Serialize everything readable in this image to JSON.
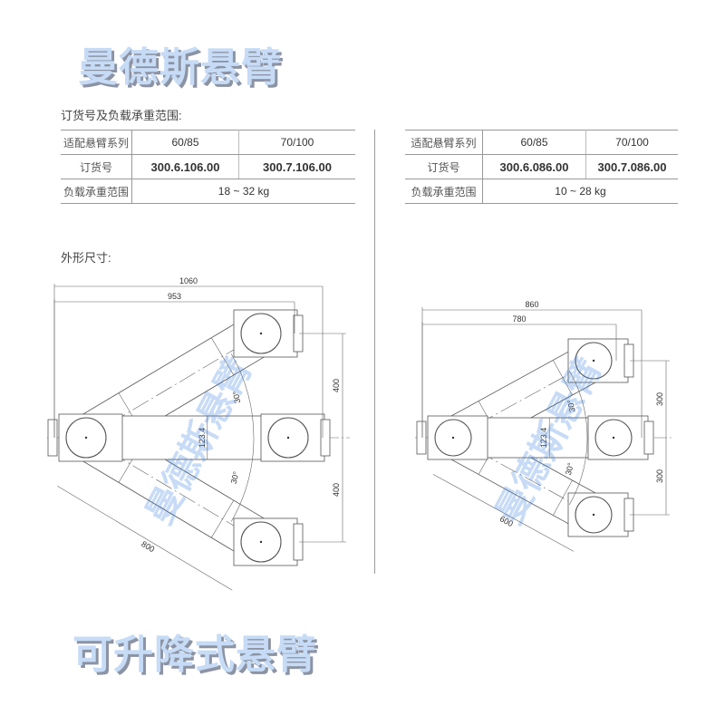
{
  "titles": {
    "top": "曼德斯悬臂",
    "bottom": "可升降式悬臂"
  },
  "section_order": "订货号及负载承重范围:",
  "section_dims": "外形尺寸:",
  "watermark": "曼德斯悬臂",
  "tables": [
    {
      "row_labels": [
        "适配悬臂系列",
        "订货号",
        "负载承重范围"
      ],
      "series": [
        "60/85",
        "70/100"
      ],
      "order_numbers": [
        "300.6.106.00",
        "300.7.106.00"
      ],
      "load_range": "18 ~ 32 kg"
    },
    {
      "row_labels": [
        "适配悬臂系列",
        "订货号",
        "负载承重范围"
      ],
      "series": [
        "60/85",
        "70/100"
      ],
      "order_numbers": [
        "300.6.086.00",
        "300.7.086.00"
      ],
      "load_range": "10 ~ 28 kg"
    }
  ],
  "drawings": [
    {
      "overall": "1060",
      "reach": "953",
      "arm_length": "800",
      "width": "123.4",
      "upper_offset": "400",
      "lower_offset": "400",
      "angle_upper": "30°",
      "angle_lower": "30°"
    },
    {
      "overall": "860",
      "reach": "780",
      "arm_length": "600",
      "width": "123.4",
      "upper_offset": "300",
      "lower_offset": "300",
      "angle_upper": "30°",
      "angle_lower": "30°"
    }
  ],
  "colors": {
    "title": "#c6dbf6",
    "title_shadow": "#8c93a3",
    "watermark": "#3b82e0",
    "line": "#555555"
  }
}
